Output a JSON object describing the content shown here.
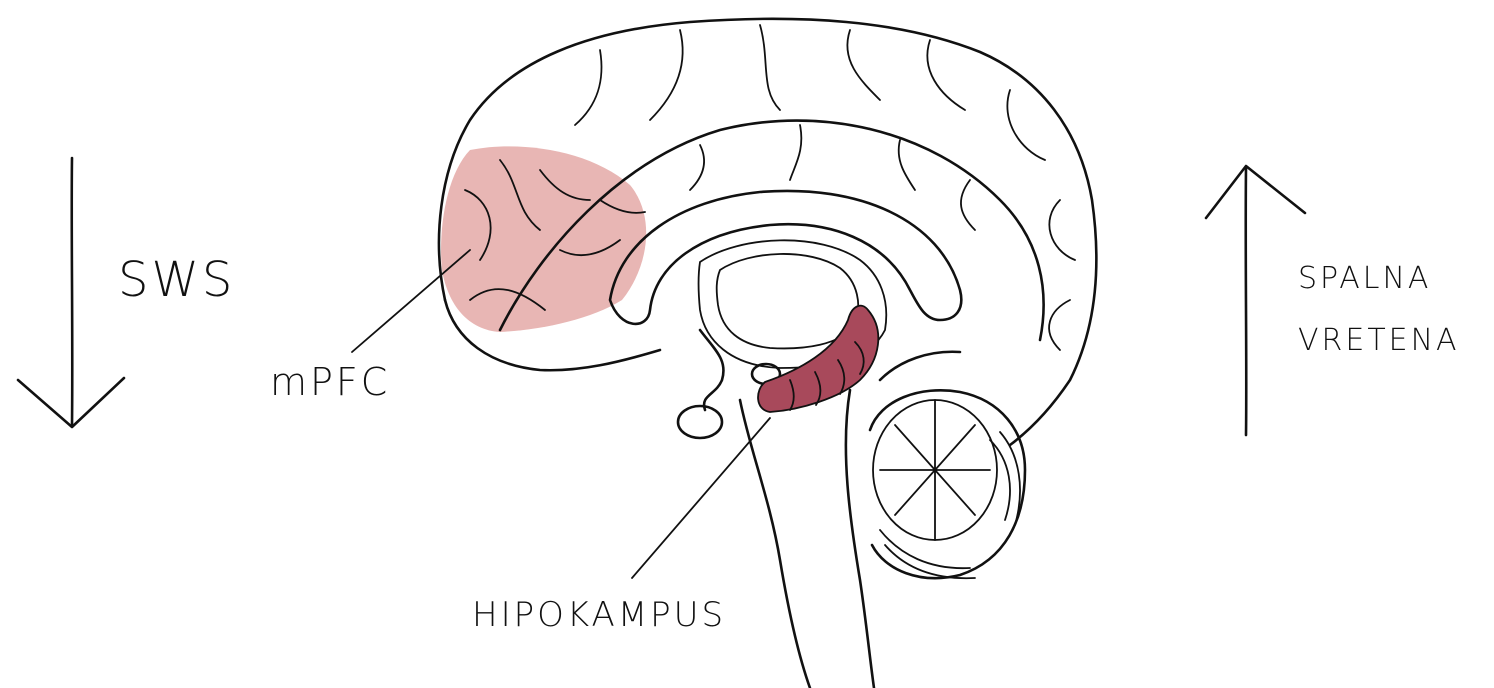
{
  "labels": {
    "sws": "SWS",
    "mpfc": "mPFC",
    "hippocampus": "HIPOKAMPUS",
    "spindles_line1": "SPALNA",
    "spindles_line2": "VRETENA"
  },
  "colors": {
    "ink": "#111111",
    "mpfc_fill": "#e8b6b4",
    "hippocampus_fill": "#a8495b"
  },
  "arrows": {
    "sws": "down",
    "spindles": "up"
  }
}
